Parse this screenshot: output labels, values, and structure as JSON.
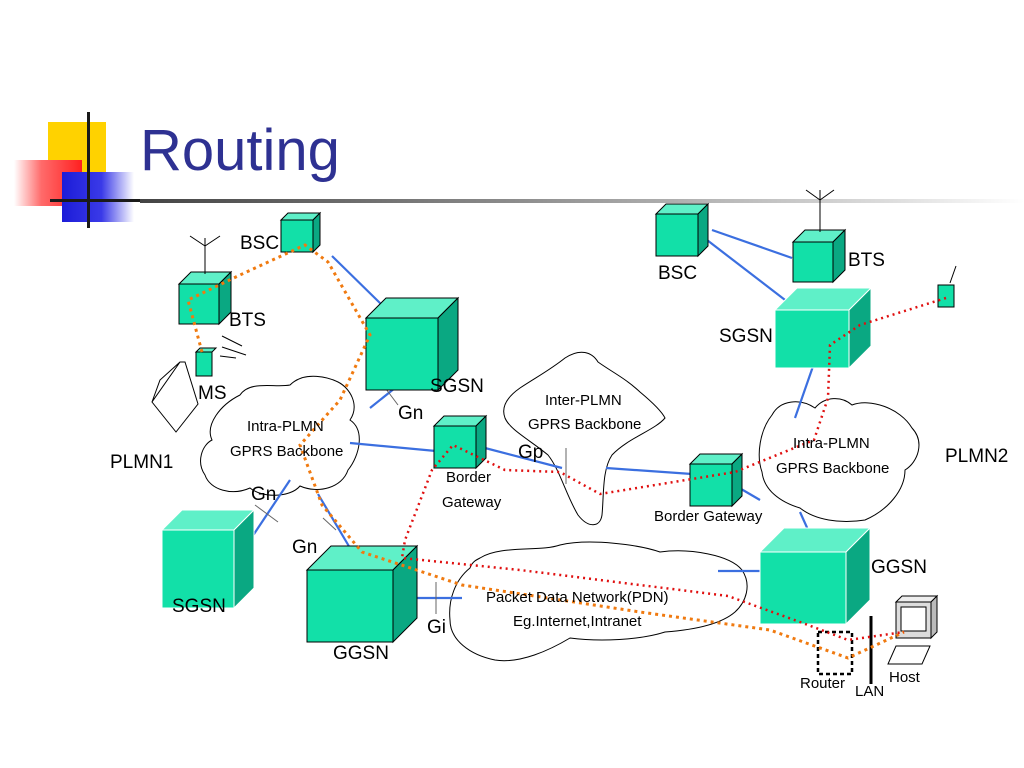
{
  "slide": {
    "title": "Routing"
  },
  "colors": {
    "title": "#2e3192",
    "node_face": "#12e0a8",
    "link_blue": "#3b6fe0",
    "route_orange": "#f07a10",
    "route_red": "#e01010"
  },
  "plmn1": {
    "name": "PLMN1",
    "bsc": "BSC",
    "bts": "BTS",
    "ms": "MS",
    "sgsn_main": "SGSN",
    "sgsn_left": "SGSN",
    "ggsn": "GGSN",
    "backbone_line1": "Intra-PLMN",
    "backbone_line2": "GPRS Backbone",
    "border_line1": "Border",
    "border_line2": "Gateway",
    "gn_top": "Gn",
    "gn_left": "Gn",
    "gn_bottom": "Gn",
    "gi": "Gi"
  },
  "inter_plmn": {
    "line1": "Inter-PLMN",
    "line2": "GPRS Backbone",
    "gp": "Gp"
  },
  "plmn2": {
    "name": "PLMN2",
    "bsc": "BSC",
    "bts": "BTS",
    "sgsn": "SGSN",
    "ggsn": "GGSN",
    "backbone_line1": "Intra-PLMN",
    "backbone_line2": "GPRS Backbone",
    "border_gateway": "Border Gateway"
  },
  "pdn": {
    "line1": "Packet Data Network(PDN)",
    "line2": "Eg.Internet,Intranet"
  },
  "endpoint": {
    "router": "Router",
    "lan": "LAN",
    "host": "Host"
  }
}
